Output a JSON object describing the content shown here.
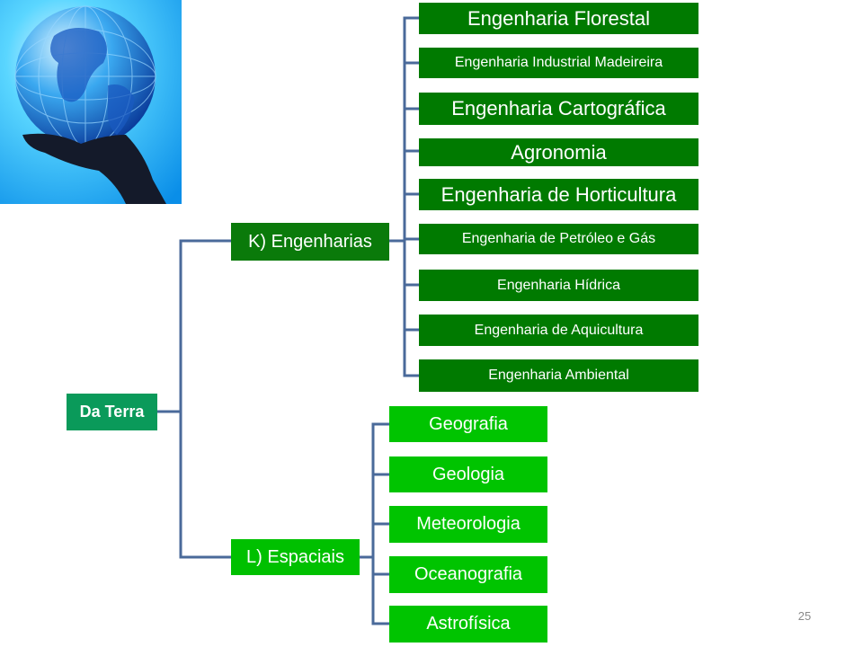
{
  "root": {
    "label": "Da Terra"
  },
  "branches": [
    {
      "label": "K) Engenharias",
      "children": [
        "Engenharia Florestal",
        "Engenharia Industrial Madeireira",
        "Engenharia Cartográfica",
        "Agronomia",
        "Engenharia de Horticultura",
        "Engenharia de Petróleo e Gás",
        "Engenharia Hídrica",
        "Engenharia de Aquicultura",
        "Engenharia Ambiental"
      ]
    },
    {
      "label": "L) Espaciais",
      "children": [
        "Geografia",
        "Geologia",
        "Meteorologia",
        "Oceanografia",
        "Astrofísica"
      ]
    }
  ],
  "slide_number": "25",
  "colors": {
    "root": "#0a9a5a",
    "branch_k": "#0a7a0a",
    "branch_l": "#00c000",
    "leaf_k": "#007a00",
    "leaf_l": "#00c400",
    "connector": "#4a6a9a"
  }
}
